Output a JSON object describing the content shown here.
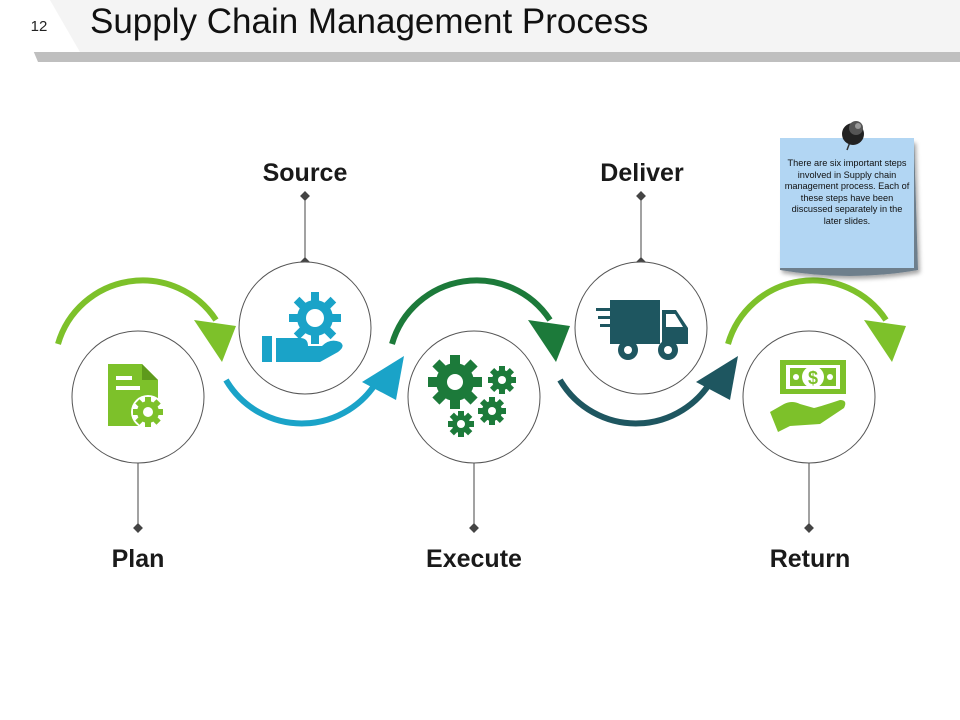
{
  "slide": {
    "number": "12",
    "title": "Supply Chain Management Process"
  },
  "steps": [
    {
      "label": "Plan",
      "icon": "document-gear-icon"
    },
    {
      "label": "Source",
      "icon": "hand-gear-icon"
    },
    {
      "label": "Execute",
      "icon": "gears-icon"
    },
    {
      "label": "Deliver",
      "icon": "delivery-truck-icon"
    },
    {
      "label": "Return",
      "icon": "hand-money-icon"
    }
  ],
  "note": {
    "text": "There are six important steps involved in Supply chain management process. Each of these steps have been discussed separately in the later slides."
  },
  "colors": {
    "light_green": "#7dc12a",
    "blue": "#1aa3c8",
    "dark_green": "#1c7a3a",
    "dark_teal": "#1e5660",
    "note_bg": "#b2d6f3",
    "header_bar": "#d9d9d9"
  }
}
